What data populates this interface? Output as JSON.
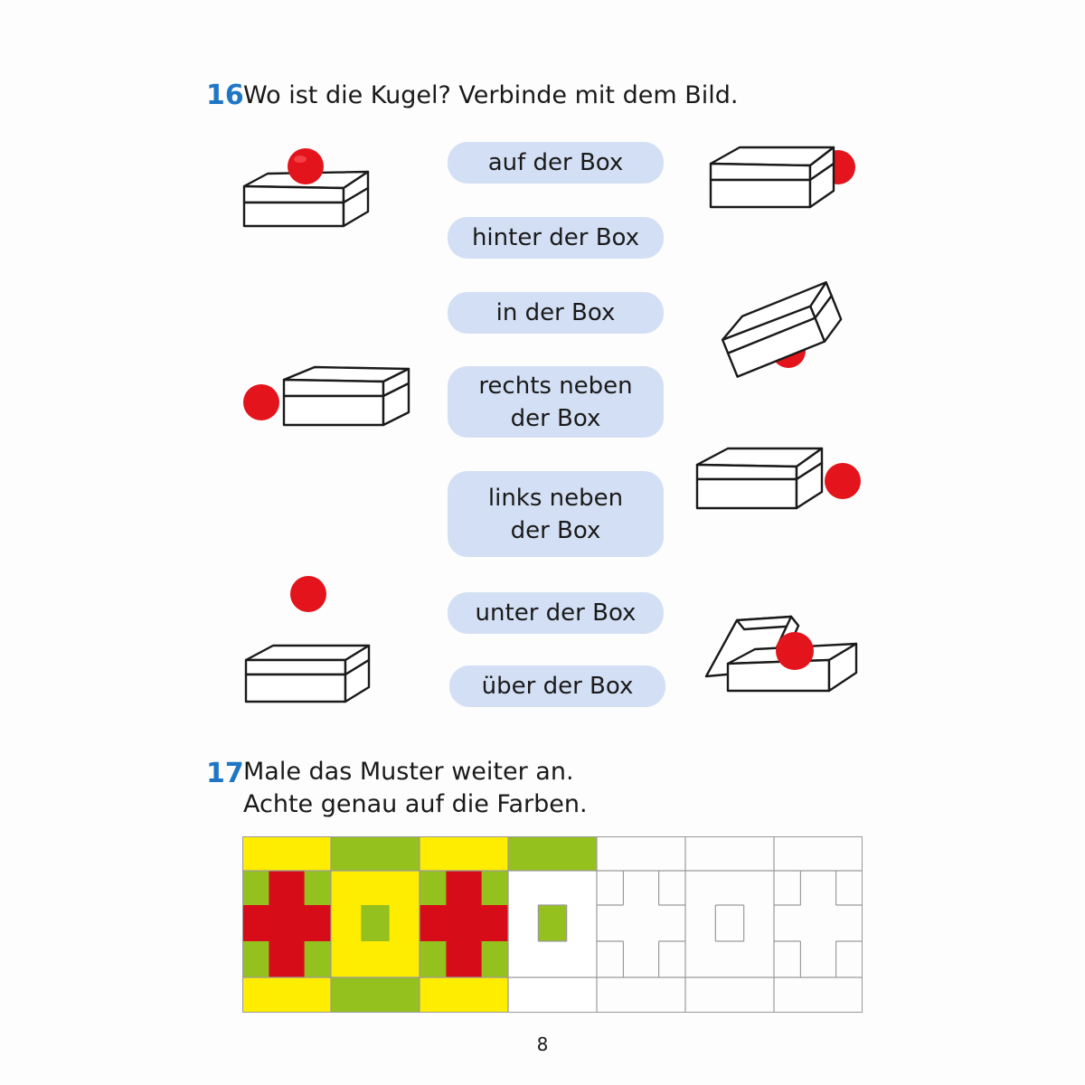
{
  "task16": {
    "number": "16",
    "instruction": "Wo ist die Kugel? Verbinde mit dem Bild.",
    "options": [
      {
        "line1": "auf der Box",
        "line2": ""
      },
      {
        "line1": "hinter der Box",
        "line2": ""
      },
      {
        "line1": "in der Box",
        "line2": ""
      },
      {
        "line1": "rechts neben",
        "line2": "der Box"
      },
      {
        "line1": "links neben",
        "line2": "der Box"
      },
      {
        "line1": "unter der Box",
        "line2": ""
      },
      {
        "line1": "über der Box",
        "line2": ""
      }
    ],
    "pictures_left": [
      "ball-on-box-icon",
      "ball-left-of-box-icon",
      "ball-above-box-icon"
    ],
    "pictures_right": [
      "ball-behind-box-icon",
      "ball-under-box-icon",
      "ball-right-of-box-icon",
      "ball-in-box-icon"
    ]
  },
  "task17": {
    "number": "17",
    "instruction_line1": "Male das Muster weiter an.",
    "instruction_line2": "Achte genau auf die Farben.",
    "colors": {
      "yellow": "#ffed00",
      "green": "#95c11f",
      "red": "#d60d18",
      "white": "#ffffff"
    },
    "pattern_columns": 7,
    "filled_columns": 4
  },
  "colors": {
    "number_blue": "#1f77c4",
    "pill_bg": "#d3dff4",
    "ball_red": "#e3141b"
  },
  "page_number": "8"
}
